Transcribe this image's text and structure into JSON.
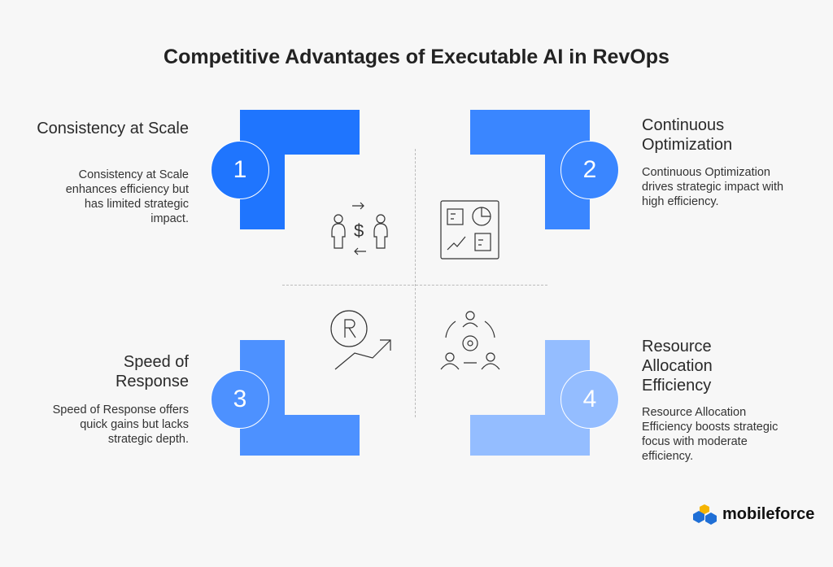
{
  "title": "Competitive Advantages of Executable AI in RevOps",
  "items": [
    {
      "number": "1",
      "heading": "Consistency at Scale",
      "desc": "Consistency at Scale enhances efficiency but has limited strategic impact.",
      "color": "#1f75fe"
    },
    {
      "number": "2",
      "heading": "Continuous Optimization",
      "desc": "Continuous Optimization drives strategic impact with high efficiency.",
      "color": "#3a86ff"
    },
    {
      "number": "3",
      "heading": "Speed of Response",
      "desc": "Speed of Response offers quick gains but lacks strategic depth.",
      "color": "#4d91ff"
    },
    {
      "number": "4",
      "heading": "Resource Allocation Efficiency",
      "desc": "Resource Allocation Efficiency boosts strategic focus with moderate efficiency.",
      "color": "#94bdff"
    }
  ],
  "brand": "mobileforce"
}
